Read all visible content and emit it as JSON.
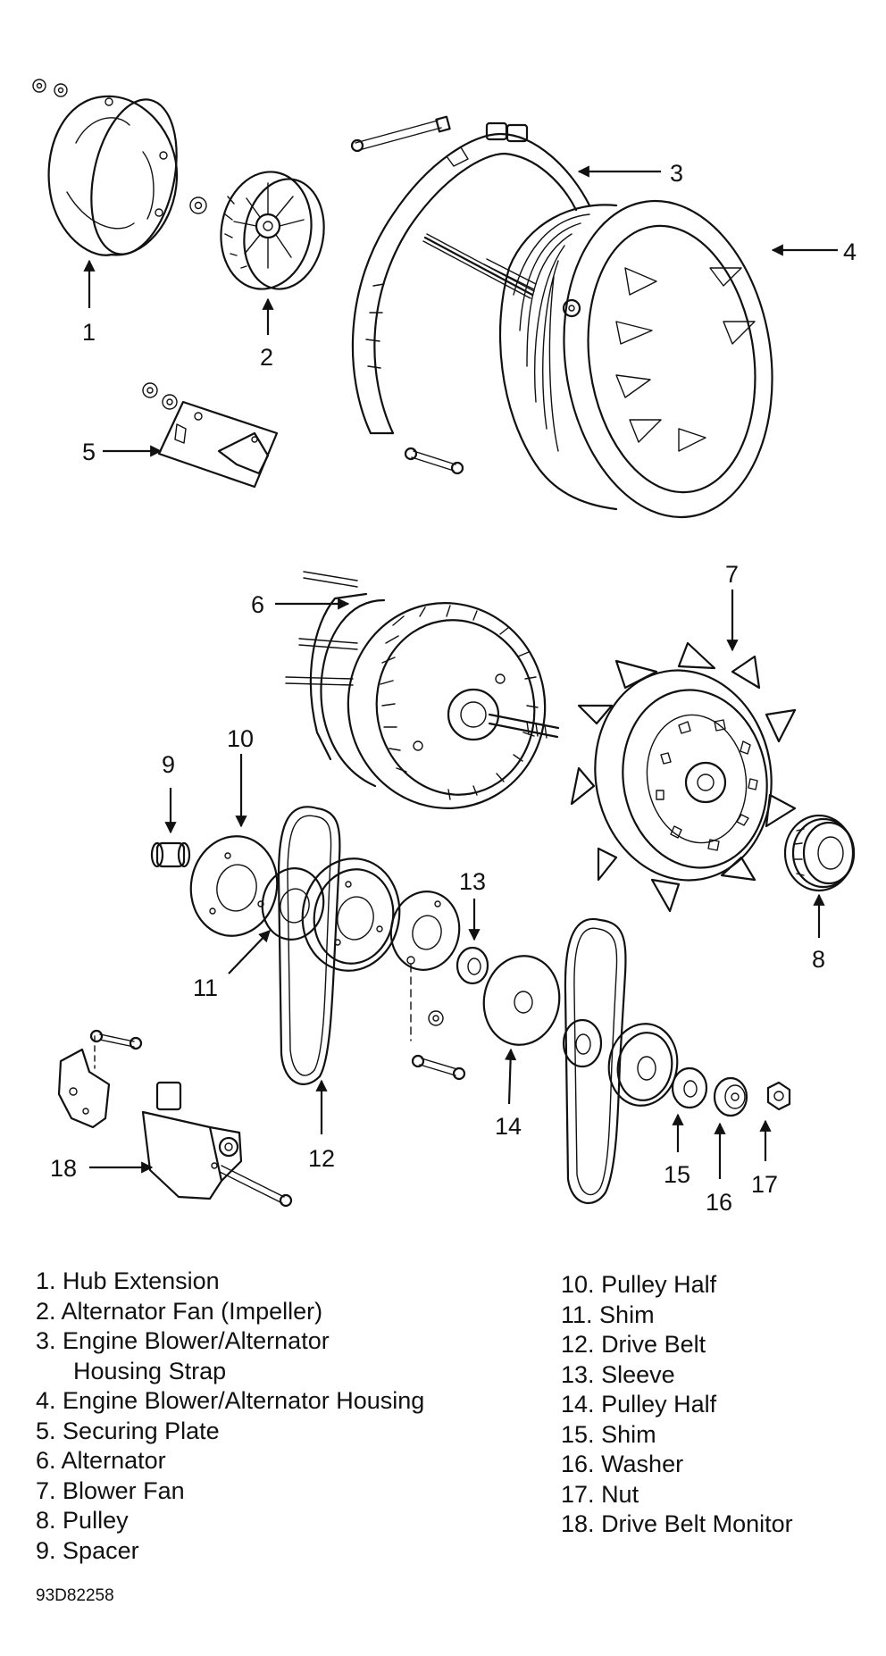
{
  "legend_left": [
    {
      "num": "1.",
      "name": "Hub Extension"
    },
    {
      "num": "2.",
      "name": "Alternator Fan (Impeller)"
    },
    {
      "num": "3.",
      "name": "Engine Blower/Alternator",
      "cont": "Housing Strap"
    },
    {
      "num": "4.",
      "name": "Engine Blower/Alternator Housing"
    },
    {
      "num": "5.",
      "name": "Securing Plate"
    },
    {
      "num": "6.",
      "name": "Alternator"
    },
    {
      "num": "7.",
      "name": "Blower Fan"
    },
    {
      "num": "8.",
      "name": "Pulley"
    },
    {
      "num": "9.",
      "name": "Spacer"
    }
  ],
  "legend_right": [
    {
      "num": "10.",
      "name": "Pulley Half"
    },
    {
      "num": "11.",
      "name": "Shim"
    },
    {
      "num": "12.",
      "name": "Drive Belt"
    },
    {
      "num": "13.",
      "name": "Sleeve"
    },
    {
      "num": "14.",
      "name": "Pulley Half"
    },
    {
      "num": "15.",
      "name": "Shim"
    },
    {
      "num": "16.",
      "name": "Washer"
    },
    {
      "num": "17.",
      "name": "Nut"
    },
    {
      "num": "18.",
      "name": "Drive Belt Monitor"
    }
  ],
  "callouts": [
    "1",
    "2",
    "3",
    "4",
    "5",
    "6",
    "7",
    "8",
    "9",
    "10",
    "11",
    "12",
    "13",
    "14",
    "15",
    "16",
    "17",
    "18"
  ],
  "figure_code": "93D82258"
}
